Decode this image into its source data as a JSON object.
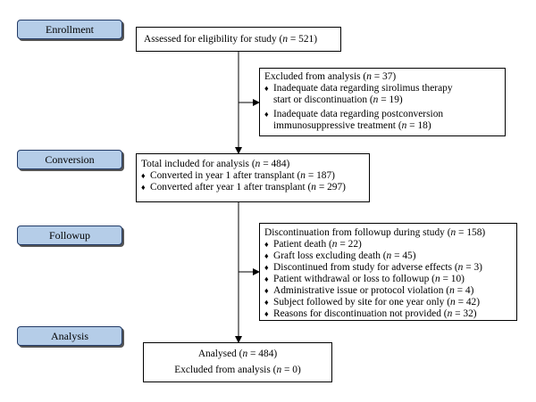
{
  "stages": {
    "enrollment": "Enrollment",
    "conversion": "Conversion",
    "followup": "Followup",
    "analysis": "Analysis"
  },
  "n_symbol": "n",
  "bullet_symbol": "♦",
  "boxes": {
    "assessed": {
      "prefix": "Assessed for eligibility for study (",
      "suffix": " = 521)"
    },
    "excluded": {
      "header_prefix": "Excluded from analysis (",
      "header_suffix": " = 37)",
      "items": [
        {
          "line1": "Inadequate data regarding sirolimus therapy",
          "line2_prefix": "start or discontinuation (",
          "line2_suffix": " = 19)"
        },
        {
          "line1": "Inadequate data regarding postconversion",
          "line2_prefix": "immunosuppressive treatment (",
          "line2_suffix": " = 18)"
        }
      ]
    },
    "included": {
      "header_prefix": "Total included for analysis (",
      "header_suffix": " = 484)",
      "items": [
        {
          "prefix": "Converted in year 1 after transplant (",
          "suffix": " = 187)"
        },
        {
          "prefix": "Converted after year 1 after transplant (",
          "suffix": " = 297)"
        }
      ]
    },
    "discontinuation": {
      "header_prefix": "Discontinuation from followup during study (",
      "header_suffix": " = 158)",
      "items": [
        {
          "prefix": "Patient death (",
          "suffix": " = 22)"
        },
        {
          "prefix": "Graft loss excluding death (",
          "suffix": " = 45)"
        },
        {
          "prefix": "Discontinued from study for adverse effects (",
          "suffix": " = 3)"
        },
        {
          "prefix": "Patient withdrawal or loss to followup (",
          "suffix": " = 10)"
        },
        {
          "prefix": "Administrative issue or protocol violation (",
          "suffix": " = 4)"
        },
        {
          "prefix": " Subject followed by site for one year only (",
          "suffix": " = 42)"
        },
        {
          "prefix": "Reasons for discontinuation not provided (",
          "suffix": " = 32)"
        }
      ]
    },
    "analysed": {
      "line1_prefix": "Analysed (",
      "line1_suffix": " = 484)",
      "line2_prefix": "Excluded from analysis (",
      "line2_suffix": " = 0)"
    }
  },
  "colors": {
    "stage_fill": "#b5cde8",
    "stage_border": "#223a66",
    "line": "#000000"
  }
}
